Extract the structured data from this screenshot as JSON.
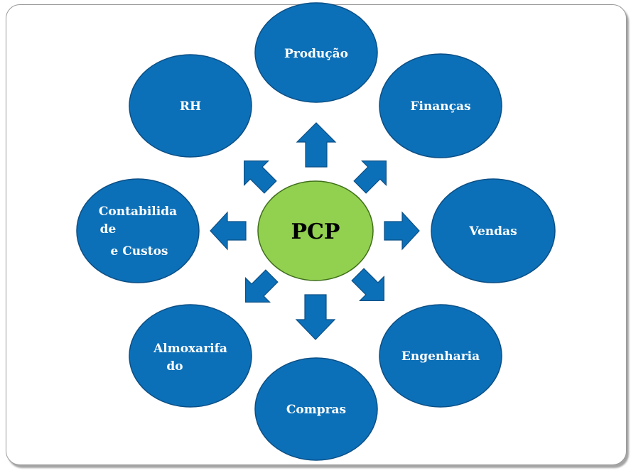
{
  "center": {
    "label": "PCP",
    "fill": "#92d050"
  },
  "nodes": [
    {
      "id": "producao",
      "lines": [
        "Produção"
      ]
    },
    {
      "id": "financas",
      "lines": [
        "Finanças"
      ]
    },
    {
      "id": "vendas",
      "lines": [
        "Vendas"
      ]
    },
    {
      "id": "engenharia",
      "lines": [
        "Engenharia"
      ]
    },
    {
      "id": "compras",
      "lines": [
        "Compras"
      ]
    },
    {
      "id": "almoxarifado",
      "lines": [
        "Almoxarifa",
        "do"
      ]
    },
    {
      "id": "contabilidade",
      "lines": [
        "Contabilida",
        "de",
        "e Custos"
      ]
    },
    {
      "id": "rh",
      "lines": [
        "RH"
      ]
    }
  ],
  "colors": {
    "node_fill": "#0c70b8",
    "arrow_fill": "#0c70b8",
    "center_fill": "#92d050",
    "node_text": "#ffffff"
  }
}
